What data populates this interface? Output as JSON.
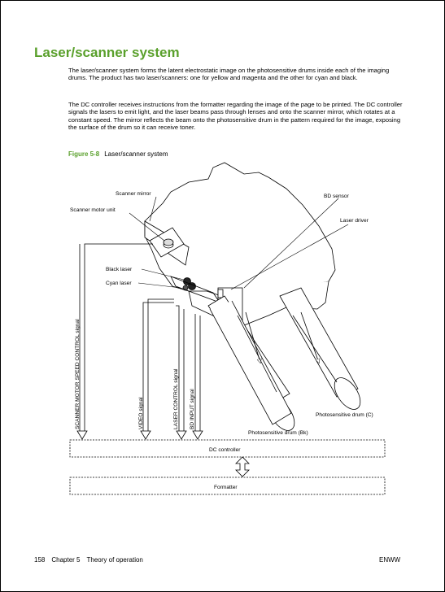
{
  "title": "Laser/scanner system",
  "paragraphs": [
    "The laser/scanner system forms the latent electrostatic image on the photosensitive drums inside each of the imaging drums. The product has two laser/scanners: one for yellow and magenta and the other for cyan and black.",
    "The DC controller receives instructions from the formatter regarding the image of the page to be printed. The DC controller signals the lasers to emit light, and the laser beams pass through lenses and onto the scanner mirror, which rotates at a constant speed. The mirror reflects the beam onto the photosensitive drum in the pattern required for the image, exposing the surface of the drum so it can receive toner."
  ],
  "figure": {
    "number": "Figure 5-8",
    "caption": "Laser/scanner system",
    "labels": {
      "scanner_mirror": "Scanner mirror",
      "scanner_motor_unit": "Scanner motor unit",
      "black_laser": "Black laser",
      "cyan_laser": "Cyan laser",
      "bd_sensor": "BD sensor",
      "laser_driver": "Laser driver",
      "drum_c": "Photosensitive drum (C)",
      "drum_bk": "Photosensitive drum (Bk)",
      "dc_controller": "DC controller",
      "formatter": "Formatter"
    },
    "signals": {
      "scanner_motor_speed_control": "SCANNER MOTOR SPEED CONTROL signal",
      "video": "VIDEO signal",
      "laser_control": "LASER CONTROL signal",
      "bd_input": "BD INPUT signal"
    }
  },
  "footer": {
    "page_number": "158",
    "chapter": "Chapter 5",
    "section": "Theory of operation",
    "publisher": "ENWW"
  }
}
